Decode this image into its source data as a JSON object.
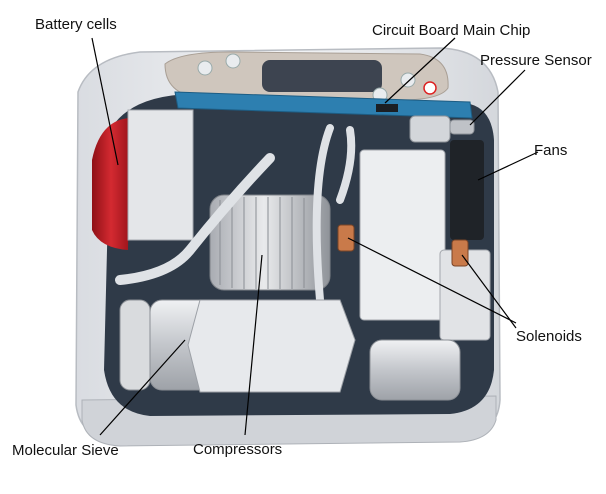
{
  "labels": {
    "battery_cells": "Battery cells",
    "circuit_board": "Circuit Board Main Chip",
    "pressure_sensor": "Pressure Sensor",
    "fans": "Fans",
    "solenoids": "Solenoids",
    "molecular_sieve": "Molecular Sieve",
    "compressors": "Compressors"
  },
  "colors": {
    "shell": "#e6e8ec",
    "interior": "#2a3442",
    "battery": "#c8202a",
    "board": "#2d7fb0",
    "metal": "#c9ccd1",
    "copper": "#c97a4a",
    "leader": "#000000"
  }
}
